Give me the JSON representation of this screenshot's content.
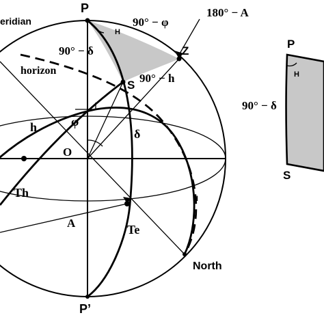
{
  "sphere_labels": {
    "pole_north": "P",
    "pole_south": "P’",
    "meridian": "eridian",
    "horizon": "horizon",
    "zenith": "Z",
    "star": "S",
    "north": "North",
    "center": "O",
    "azimuth": "A",
    "altitude": "h",
    "declination": "δ",
    "latitude": "φ",
    "hour_angle": "H",
    "hour_angle_lower": "H",
    "colatitude": "90° − φ",
    "polar_distance": "90° − δ",
    "zenith_distance": "90° − h",
    "azimuth_supplement": "180° − A",
    "rising_point": "Th",
    "setting_point": "Te"
  },
  "triangle_labels": {
    "pole": "P",
    "star": "S",
    "angle_h": "H",
    "side_polar_distance": "90° − δ"
  },
  "colors": {
    "line": "#000000",
    "shade": "#c8c8c8",
    "background": "#ffffff"
  }
}
